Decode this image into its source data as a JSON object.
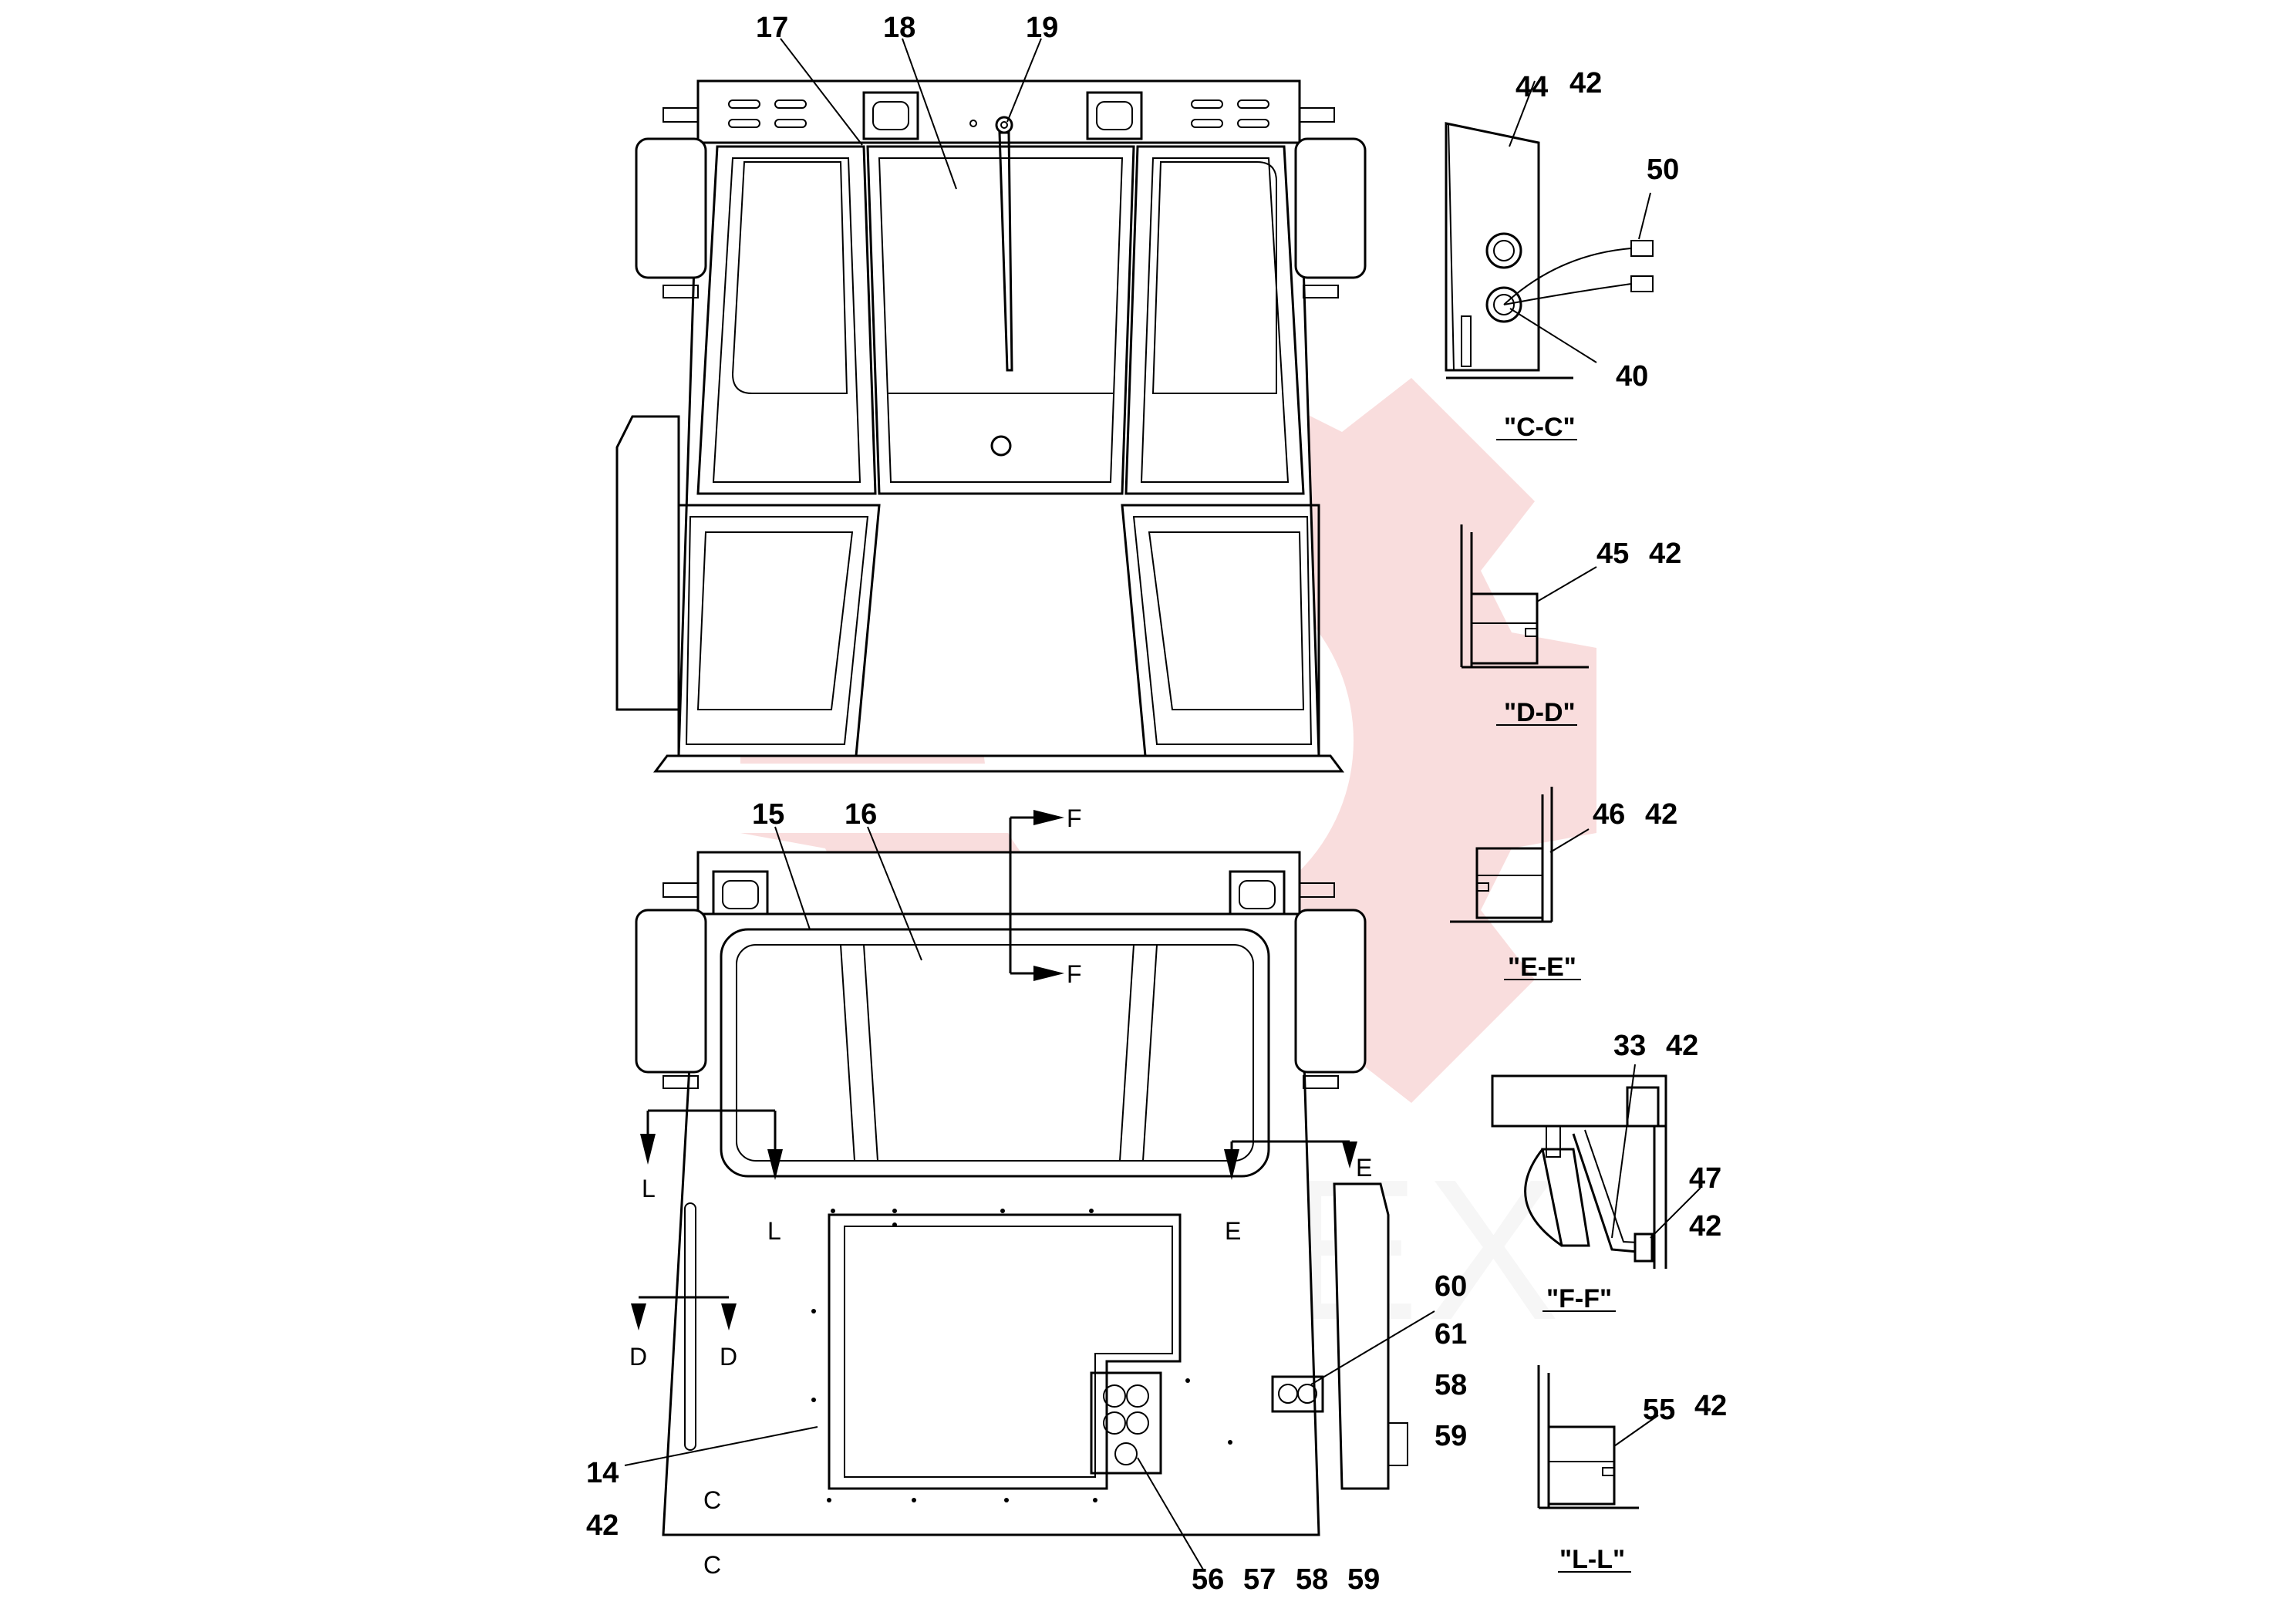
{
  "watermark": {
    "text": "ИНТЕХ",
    "color": "#f2b4b4"
  },
  "parts": {
    "p17": "17",
    "p18": "18",
    "p19": "19",
    "p15": "15",
    "p16": "16",
    "p14": "14",
    "p42a": "42",
    "p56": "56",
    "p57": "57",
    "p58a": "58",
    "p59a": "59",
    "p60": "60",
    "p61": "61",
    "p58b": "58",
    "p59b": "59",
    "p44": "44",
    "p42b": "42",
    "p50": "50",
    "p40": "40",
    "p45": "45",
    "p42c": "42",
    "p46": "46",
    "p42d": "42",
    "p33": "33",
    "p42e": "42",
    "p47": "47",
    "p42f": "42",
    "p55": "55",
    "p42g": "42"
  },
  "markers": {
    "F1": "F",
    "F2": "F",
    "L1": "L",
    "L2": "L",
    "E1": "E",
    "E2": "E",
    "D1": "D",
    "D2": "D",
    "C1": "C",
    "C2": "C"
  },
  "sections": {
    "cc": "\"C-C\"",
    "dd": "\"D-D\"",
    "ee": "\"E-E\"",
    "ff": "\"F-F\"",
    "ll": "\"L-L\""
  }
}
